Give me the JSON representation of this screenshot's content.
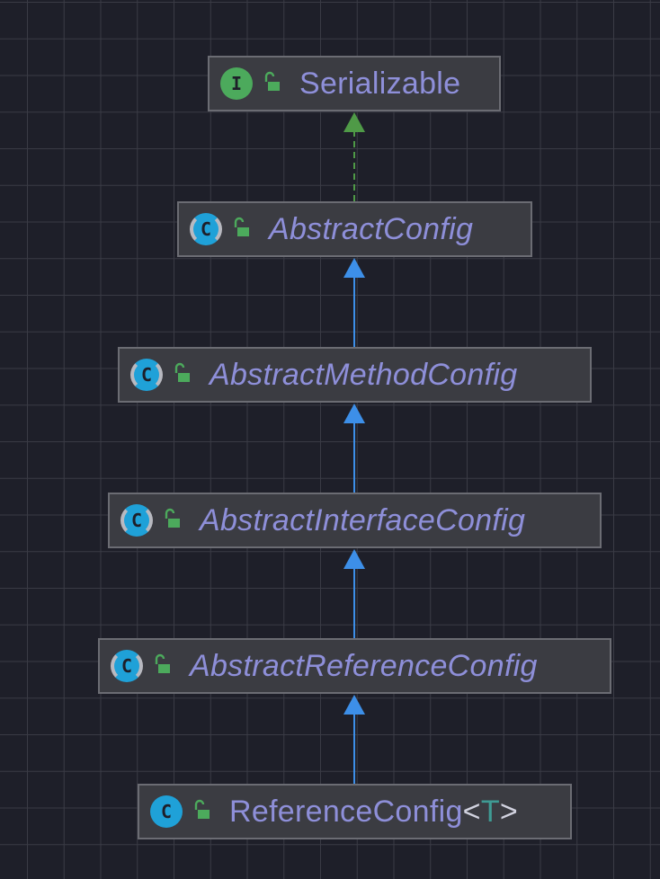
{
  "nodes": [
    {
      "id": "serializable",
      "label": "Serializable",
      "kind": "interface",
      "kind_letter": "I",
      "abstract": false
    },
    {
      "id": "abstract-config",
      "label": "AbstractConfig",
      "kind": "abstract-class",
      "kind_letter": "C",
      "abstract": true
    },
    {
      "id": "abstract-method-config",
      "label": "AbstractMethodConfig",
      "kind": "abstract-class",
      "kind_letter": "C",
      "abstract": true
    },
    {
      "id": "abstract-interface-config",
      "label": "AbstractInterfaceConfig",
      "kind": "abstract-class",
      "kind_letter": "C",
      "abstract": true
    },
    {
      "id": "abstract-reference-config",
      "label": "AbstractReferenceConfig",
      "kind": "abstract-class",
      "kind_letter": "C",
      "abstract": true
    },
    {
      "id": "reference-config",
      "label": "ReferenceConfig",
      "type_param": "T",
      "bracket_open": "<",
      "bracket_close": ">",
      "kind": "class",
      "kind_letter": "C",
      "abstract": false
    }
  ],
  "edges": [
    {
      "from": "abstract-config",
      "to": "serializable",
      "type": "implements"
    },
    {
      "from": "abstract-method-config",
      "to": "abstract-config",
      "type": "extends"
    },
    {
      "from": "abstract-interface-config",
      "to": "abstract-method-config",
      "type": "extends"
    },
    {
      "from": "abstract-reference-config",
      "to": "abstract-interface-config",
      "type": "extends"
    },
    {
      "from": "reference-config",
      "to": "abstract-reference-config",
      "type": "extends"
    }
  ],
  "colors": {
    "background": "#1e1f29",
    "grid": "#3a3b45",
    "node_fill": "#3b3c42",
    "node_border": "#6b6c73",
    "label": "#8e8fd9",
    "interface_icon": "#4caa5c",
    "class_icon": "#1fa1d8",
    "implements_edge": "#4f9a47",
    "extends_edge": "#3d8fe8",
    "lock": "#4caa5c",
    "type_param": "#3f9b94"
  }
}
